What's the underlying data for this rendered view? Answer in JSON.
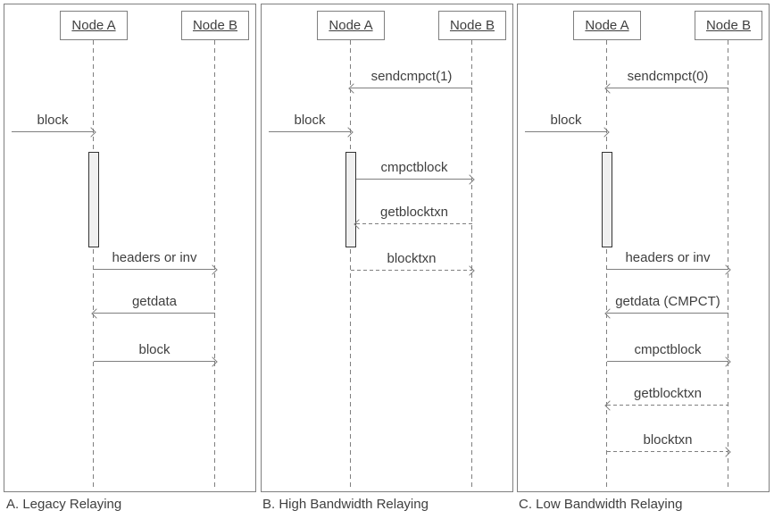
{
  "figure": {
    "background": "#ffffff",
    "line_color": "#7f7f7f",
    "text_color": "#3f3f3f",
    "activation_fill": "#f0f0f0",
    "activation_border": "#333333"
  },
  "panels": [
    {
      "caption": "A. Legacy Relaying",
      "nodes": [
        {
          "label": "Node A"
        },
        {
          "label": "Node B"
        }
      ],
      "messages": [
        {
          "label": "block",
          "from": "external",
          "to": "node-a",
          "line": "solid",
          "direction": "right"
        },
        {
          "label": "headers or inv",
          "from": "node-a",
          "to": "node-b",
          "line": "solid",
          "direction": "right"
        },
        {
          "label": "getdata",
          "from": "node-b",
          "to": "node-a",
          "line": "solid",
          "direction": "left"
        },
        {
          "label": "block",
          "from": "node-a",
          "to": "node-b",
          "line": "solid",
          "direction": "right"
        }
      ]
    },
    {
      "caption": "B. High Bandwidth Relaying",
      "nodes": [
        {
          "label": "Node A"
        },
        {
          "label": "Node B"
        }
      ],
      "messages": [
        {
          "label": "sendcmpct(1)",
          "from": "node-b",
          "to": "node-a",
          "line": "solid",
          "direction": "left"
        },
        {
          "label": "block",
          "from": "external",
          "to": "node-a",
          "line": "solid",
          "direction": "right"
        },
        {
          "label": "cmpctblock",
          "from": "node-a",
          "to": "node-b",
          "line": "solid",
          "direction": "right"
        },
        {
          "label": "getblocktxn",
          "from": "node-b",
          "to": "node-a",
          "line": "dashed",
          "direction": "left"
        },
        {
          "label": "blocktxn",
          "from": "node-a",
          "to": "node-b",
          "line": "dashed",
          "direction": "right"
        }
      ]
    },
    {
      "caption": "C. Low Bandwidth Relaying",
      "nodes": [
        {
          "label": "Node A"
        },
        {
          "label": "Node B"
        }
      ],
      "messages": [
        {
          "label": "sendcmpct(0)",
          "from": "node-b",
          "to": "node-a",
          "line": "solid",
          "direction": "left"
        },
        {
          "label": "block",
          "from": "external",
          "to": "node-a",
          "line": "solid",
          "direction": "right"
        },
        {
          "label": "headers or inv",
          "from": "node-a",
          "to": "node-b",
          "line": "solid",
          "direction": "right"
        },
        {
          "label": "getdata (CMPCT)",
          "from": "node-b",
          "to": "node-a",
          "line": "solid",
          "direction": "left"
        },
        {
          "label": "cmpctblock",
          "from": "node-a",
          "to": "node-b",
          "line": "solid",
          "direction": "right"
        },
        {
          "label": "getblocktxn",
          "from": "node-b",
          "to": "node-a",
          "line": "dashed",
          "direction": "left"
        },
        {
          "label": "blocktxn",
          "from": "node-a",
          "to": "node-b",
          "line": "dashed",
          "direction": "right"
        }
      ]
    }
  ]
}
